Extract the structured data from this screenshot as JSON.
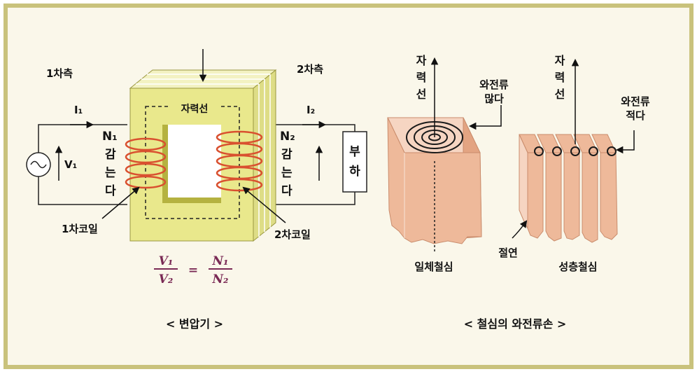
{
  "transformer": {
    "primary_side": "1차측",
    "secondary_side": "2차측",
    "current_1": "I₁",
    "current_2": "I₂",
    "voltage_1": "V₁",
    "turns_1": "N₁",
    "turns_2": "N₂",
    "winding_1": [
      "감",
      "는",
      "다"
    ],
    "winding_2": [
      "감",
      "는",
      "다"
    ],
    "flux_label": "자력선",
    "load": [
      "부",
      "하"
    ],
    "coil_1_label": "1차코일",
    "coil_2_label": "2차코일",
    "formula": {
      "v_num": "V₁",
      "v_den": "V₂",
      "equals": "=",
      "n_num": "N₁",
      "n_den": "N₂"
    },
    "caption": "< 변압기 >"
  },
  "eddy": {
    "solid": {
      "flux": [
        "자",
        "력",
        "선"
      ],
      "eddy_label": [
        "와전류",
        "많다"
      ],
      "name": "일체철심"
    },
    "laminated": {
      "flux": [
        "자",
        "력",
        "선"
      ],
      "eddy_label": [
        "와전류",
        "적다"
      ],
      "insulation": "절연",
      "name": "성층철심"
    },
    "caption": "< 철심의 와전류손 >"
  },
  "colors": {
    "frame": "#c9c27c",
    "background": "#faf7ea",
    "core": "#e9e88c",
    "core_inner": "#b5b240",
    "coil": "#d9502f",
    "iron_block": "#eeb99a",
    "formula": "#7a2a55"
  }
}
